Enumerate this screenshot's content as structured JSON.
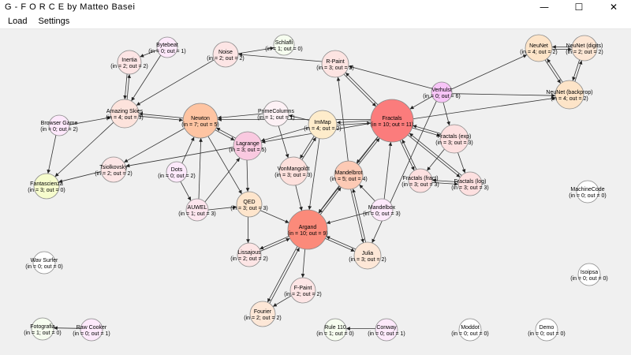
{
  "window": {
    "title": "G - F O R C E   by Matteo Basei",
    "minimize_glyph": "—",
    "maximize_glyph": "☐",
    "close_glyph": "✕"
  },
  "menu": [
    {
      "id": "load",
      "label": "Load"
    },
    {
      "id": "settings",
      "label": "Settings"
    }
  ],
  "colors": {
    "edge": "#333333",
    "node_stroke": "#8a8a8a"
  },
  "nodes": [
    {
      "id": "bytebeat",
      "name": "Bytebeat",
      "info": "(in = 0; out = 1)",
      "color": "#fde9fb"
    },
    {
      "id": "schlafli",
      "name": "Schlafli",
      "info": "(in = 1; out = 0)",
      "color": "#f6fdef"
    },
    {
      "id": "neunet",
      "name": "NeuNet",
      "info": "(in = 4; out = 2)",
      "color": "#fde4c8"
    },
    {
      "id": "neunet_digits",
      "name": "NeuNet (digits)",
      "info": "(in = 2; out = 2)",
      "color": "#fde6d4"
    },
    {
      "id": "inertia",
      "name": "Inertia",
      "info": "(in = 2; out = 2)",
      "color": "#fde5e5"
    },
    {
      "id": "noise",
      "name": "Noise",
      "info": "(in = 2; out = 2)",
      "color": "#fde5e5"
    },
    {
      "id": "rpaint",
      "name": "R-Paint",
      "info": "(in = 3; out = 2)",
      "color": "#fde4e2"
    },
    {
      "id": "verhulst",
      "name": "Verhulst",
      "info": "(in = 0; out = 6)",
      "color": "#f7c4f7"
    },
    {
      "id": "neunet_bp",
      "name": "NeuNet (backprop)",
      "info": "(in = 4; out = 2)",
      "color": "#fde4c8"
    },
    {
      "id": "amazing",
      "name": "Amazing Skies",
      "info": "(in = 4; out = 3)",
      "color": "#fde3dc"
    },
    {
      "id": "newton",
      "name": "Newton",
      "info": "(in = 7; out = 5)",
      "color": "#fec4a2"
    },
    {
      "id": "primecolumns",
      "name": "PrimeColumns",
      "info": "(in = 1; out = 1)",
      "color": "#fdf1f5"
    },
    {
      "id": "immap",
      "name": "ImMap",
      "info": "(in = 4; out = 2)",
      "color": "#feeccb"
    },
    {
      "id": "fractals",
      "name": "Fractals",
      "info": "(in = 10; out = 11)",
      "color": "#fb7c7c"
    },
    {
      "id": "browser",
      "name": "Browser Game",
      "info": "(in = 0; out = 2)",
      "color": "#fde8fb"
    },
    {
      "id": "fractals_exp",
      "name": "Fractals (exp)",
      "info": "(in = 3; out = 3)",
      "color": "#fde0e0"
    },
    {
      "id": "lagrange",
      "name": "Lagrange",
      "info": "(in = 3; out = 5)",
      "color": "#f9c9e0"
    },
    {
      "id": "tsiolkovsky",
      "name": "Tsiolkovsky",
      "info": "(in = 2; out = 2)",
      "color": "#fde5e5"
    },
    {
      "id": "dots",
      "name": "Dots",
      "info": "(in = 0; out = 2)",
      "color": "#fde9fb"
    },
    {
      "id": "vonmangoldt",
      "name": "VonMangoldt",
      "info": "(in = 3; out = 3)",
      "color": "#fde0dc"
    },
    {
      "id": "mandelbrot",
      "name": "Mandelbrot",
      "info": "(in = 5; out = 4)",
      "color": "#fdcab5"
    },
    {
      "id": "fractals_fract",
      "name": "Fractals (fract)",
      "info": "(in = 3; out = 3)",
      "color": "#fde0e0"
    },
    {
      "id": "fractals_log",
      "name": "Fractals (log)",
      "info": "(in = 3; out = 3)",
      "color": "#fde0e0"
    },
    {
      "id": "fantascienza",
      "name": "Fantascienza",
      "info": "(in = 3; out = 0)",
      "color": "#f6fccd"
    },
    {
      "id": "machinecode",
      "name": "MachineCode",
      "info": "(in = 0; out = 0)",
      "color": "#ffffff"
    },
    {
      "id": "auwel",
      "name": "AUWEL",
      "info": "(in = 1; out = 3)",
      "color": "#fde5ee"
    },
    {
      "id": "qed",
      "name": "QED",
      "info": "(in = 3; out = 3)",
      "color": "#fee5cc"
    },
    {
      "id": "mandelbox",
      "name": "Mandelbox",
      "info": "(in = 0; out = 3)",
      "color": "#fde9fb"
    },
    {
      "id": "argand",
      "name": "Argand",
      "info": "(in = 10; out = 9)",
      "color": "#fb8a7a"
    },
    {
      "id": "lissajous",
      "name": "Lissajous",
      "info": "(in = 2; out = 2)",
      "color": "#fde5e5"
    },
    {
      "id": "julia",
      "name": "Julia",
      "info": "(in = 3; out = 2)",
      "color": "#fde7d7"
    },
    {
      "id": "wavsurfer",
      "name": "Wav Surfer",
      "info": "(in = 0; out = 0)",
      "color": "#ffffff"
    },
    {
      "id": "isoipsa",
      "name": "Isoipsa",
      "info": "(in = 0; out = 0)",
      "color": "#ffffff"
    },
    {
      "id": "fpaint",
      "name": "F-Paint",
      "info": "(in = 2; out = 2)",
      "color": "#fde5e5"
    },
    {
      "id": "fourier",
      "name": "Fourier",
      "info": "(in = 2; out = 2)",
      "color": "#fde7d7"
    },
    {
      "id": "fotografia",
      "name": "Fotografia",
      "info": "(in = 1; out = 0)",
      "color": "#f6fdef"
    },
    {
      "id": "rawcooker",
      "name": "Raw Cooker",
      "info": "(in = 0; out = 1)",
      "color": "#fde9fb"
    },
    {
      "id": "rule110",
      "name": "Rule 110",
      "info": "(in = 1; out = 0)",
      "color": "#f6fdef"
    },
    {
      "id": "conway",
      "name": "Conway",
      "info": "(in = 0; out = 1)",
      "color": "#fde9fb"
    },
    {
      "id": "moddot",
      "name": "Moddot",
      "info": "(in = 0; out = 0)",
      "color": "#ffffff"
    },
    {
      "id": "demo",
      "name": "Demo",
      "info": "(in = 0; out = 0)",
      "color": "#ffffff"
    }
  ],
  "edges": [
    [
      "bytebeat",
      "inertia"
    ],
    [
      "bytebeat",
      "amazing"
    ],
    [
      "noise",
      "schlafli"
    ],
    [
      "noise",
      "amazing"
    ],
    [
      "rpaint",
      "noise"
    ],
    [
      "inertia",
      "amazing"
    ],
    [
      "amazing",
      "inertia"
    ],
    [
      "neunet",
      "neunet_digits"
    ],
    [
      "neunet_digits",
      "neunet"
    ],
    [
      "neunet",
      "neunet_bp"
    ],
    [
      "neunet_bp",
      "neunet"
    ],
    [
      "neunet_digits",
      "neunet_bp"
    ],
    [
      "neunet_bp",
      "neunet_digits"
    ],
    [
      "verhulst",
      "neunet"
    ],
    [
      "verhulst",
      "neunet_bp"
    ],
    [
      "verhulst",
      "rpaint"
    ],
    [
      "verhulst",
      "fractals"
    ],
    [
      "verhulst",
      "julia"
    ],
    [
      "verhulst",
      "fractals_exp"
    ],
    [
      "browser",
      "amazing"
    ],
    [
      "browser",
      "fantascienza"
    ],
    [
      "amazing",
      "fantascienza"
    ],
    [
      "tsiolkovsky",
      "fantascienza"
    ],
    [
      "amazing",
      "newton"
    ],
    [
      "newton",
      "amazing"
    ],
    [
      "primecolumns",
      "newton"
    ],
    [
      "primecolumns",
      "vonmangoldt"
    ],
    [
      "immap",
      "primecolumns"
    ],
    [
      "fractals",
      "newton"
    ],
    [
      "fractals",
      "rpaint"
    ],
    [
      "rpaint",
      "fractals"
    ],
    [
      "fractals",
      "immap"
    ],
    [
      "immap",
      "fractals"
    ],
    [
      "fractals",
      "lagrange"
    ],
    [
      "immap",
      "lagrange"
    ],
    [
      "fractals",
      "fractals_exp"
    ],
    [
      "fractals_exp",
      "fractals"
    ],
    [
      "fractals",
      "fractals_fract"
    ],
    [
      "fractals_fract",
      "fractals"
    ],
    [
      "fractals",
      "fractals_log"
    ],
    [
      "fractals_log",
      "fractals"
    ],
    [
      "fractals_exp",
      "fractals_fract"
    ],
    [
      "fractals_exp",
      "fractals_log"
    ],
    [
      "fractals_fract",
      "fractals_log"
    ],
    [
      "fractals_log",
      "fractals_fract"
    ],
    [
      "fractals",
      "mandelbrot"
    ],
    [
      "mandelbrot",
      "fractals"
    ],
    [
      "fractals",
      "argand"
    ],
    [
      "fractals",
      "neunet_bp"
    ],
    [
      "newton",
      "lagrange"
    ],
    [
      "lagrange",
      "newton"
    ],
    [
      "newton",
      "tsiolkovsky"
    ],
    [
      "newton",
      "qed"
    ],
    [
      "lagrange",
      "tsiolkovsky"
    ],
    [
      "lagrange",
      "qed"
    ],
    [
      "dots",
      "newton"
    ],
    [
      "dots",
      "auwel"
    ],
    [
      "auwel",
      "newton"
    ],
    [
      "auwel",
      "lagrange"
    ],
    [
      "auwel",
      "qed"
    ],
    [
      "qed",
      "argand"
    ],
    [
      "qed",
      "lissajous"
    ],
    [
      "immap",
      "vonmangoldt"
    ],
    [
      "vonmangoldt",
      "immap"
    ],
    [
      "vonmangoldt",
      "argand"
    ],
    [
      "immap",
      "argand"
    ],
    [
      "mandelbrot",
      "rpaint"
    ],
    [
      "mandelbrot",
      "julia"
    ],
    [
      "julia",
      "mandelbrot"
    ],
    [
      "mandelbrot",
      "argand"
    ],
    [
      "argand",
      "mandelbrot"
    ],
    [
      "mandelbox",
      "argand"
    ],
    [
      "mandelbox",
      "fractals"
    ],
    [
      "mandelbox",
      "mandelbrot"
    ],
    [
      "argand",
      "lissajous"
    ],
    [
      "lissajous",
      "argand"
    ],
    [
      "argand",
      "julia"
    ],
    [
      "julia",
      "argand"
    ],
    [
      "argand",
      "fourier"
    ],
    [
      "fourier",
      "argand"
    ],
    [
      "argand",
      "fpaint"
    ],
    [
      "fpaint",
      "fourier"
    ],
    [
      "rawcooker",
      "fotografia"
    ],
    [
      "conway",
      "rule110"
    ]
  ]
}
